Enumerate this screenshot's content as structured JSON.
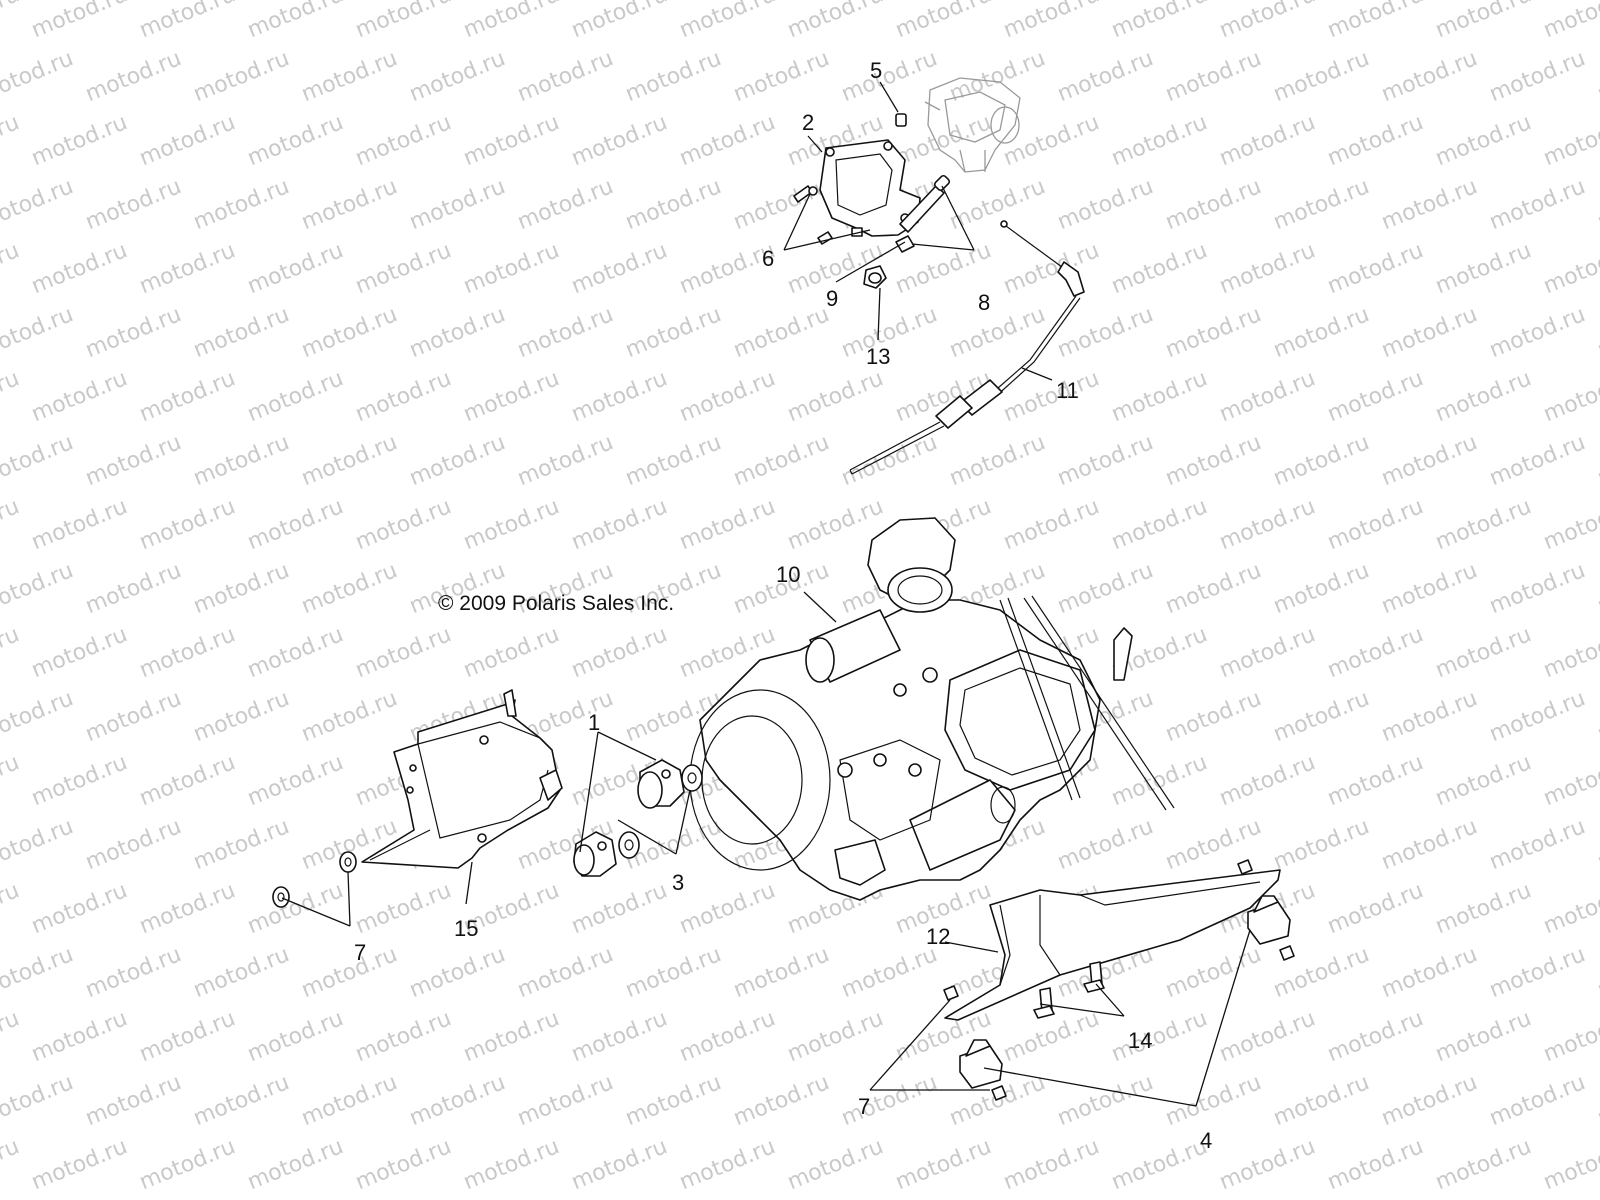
{
  "watermark": "motod.ru",
  "copyright": "© 2009 Polaris Sales Inc.",
  "callouts": [
    {
      "id": "c5",
      "text": "5"
    },
    {
      "id": "c2",
      "text": "2"
    },
    {
      "id": "c6",
      "text": "6"
    },
    {
      "id": "c9",
      "text": "9"
    },
    {
      "id": "c8",
      "text": "8"
    },
    {
      "id": "c13",
      "text": "13"
    },
    {
      "id": "c11",
      "text": "11"
    },
    {
      "id": "c10",
      "text": "10"
    },
    {
      "id": "c1",
      "text": "1"
    },
    {
      "id": "c3",
      "text": "3"
    },
    {
      "id": "c15",
      "text": "15"
    },
    {
      "id": "c7a",
      "text": "7"
    },
    {
      "id": "c12",
      "text": "12"
    },
    {
      "id": "c14",
      "text": "14"
    },
    {
      "id": "c7b",
      "text": "7"
    },
    {
      "id": "c4",
      "text": "4"
    }
  ]
}
